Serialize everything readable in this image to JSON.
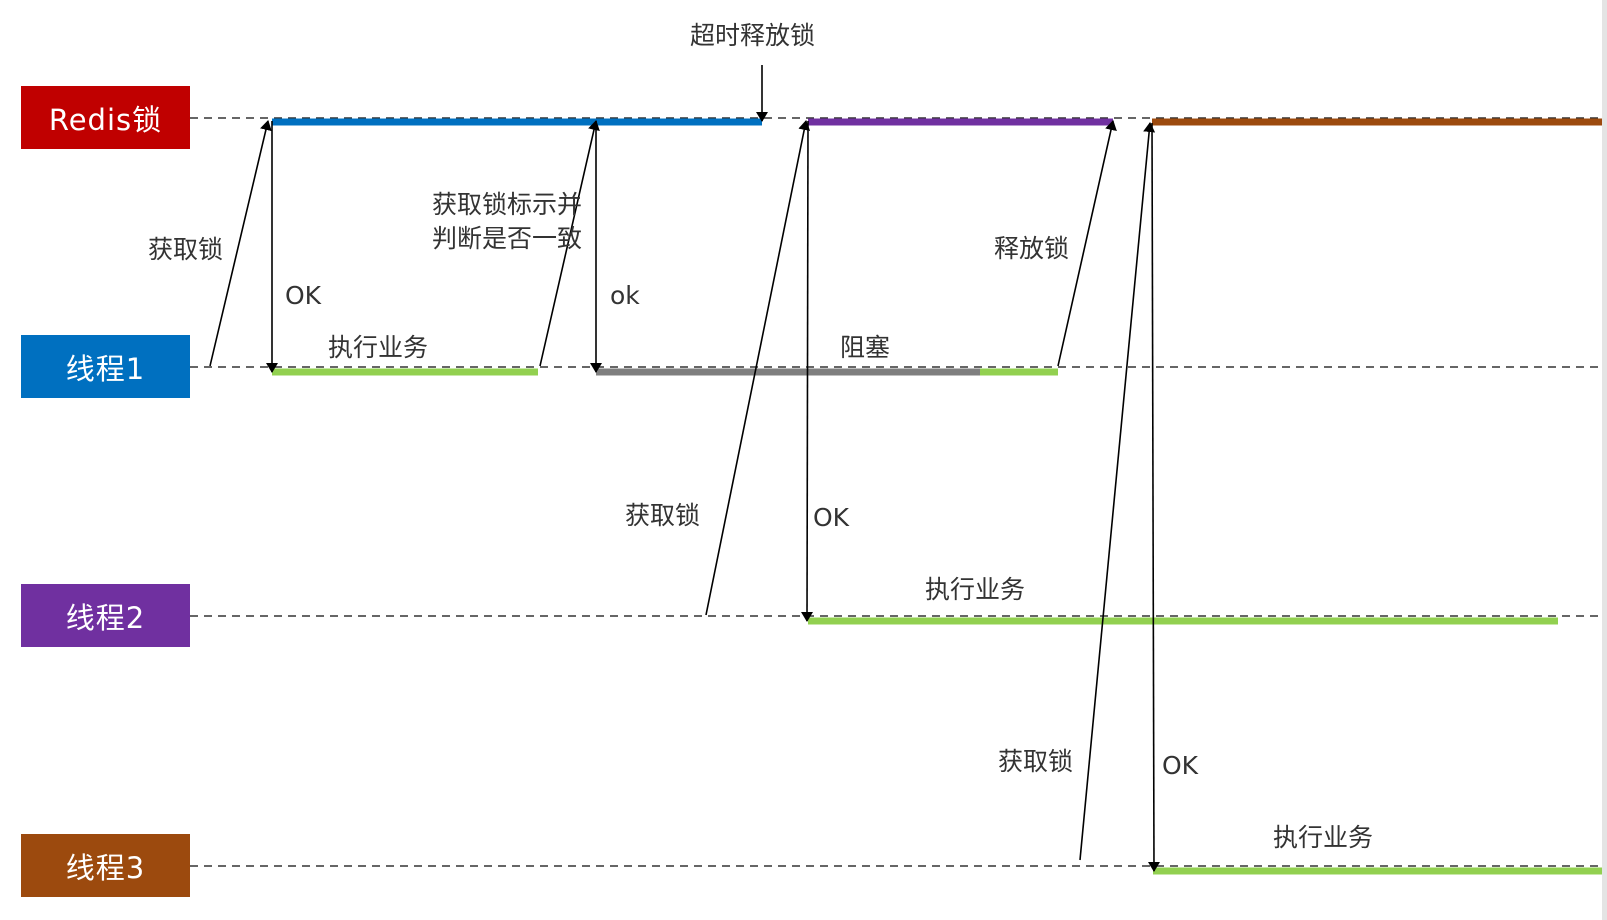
{
  "lanes": {
    "redis": {
      "label": "Redis锁",
      "color": "#c00000"
    },
    "thread1": {
      "label": "线程1",
      "color": "#0070c0"
    },
    "thread2": {
      "label": "线程2",
      "color": "#7030a0"
    },
    "thread3": {
      "label": "线程3",
      "color": "#9c4a0e"
    }
  },
  "colors": {
    "lock_thread1": "#0070c0",
    "lock_thread2": "#7030a0",
    "lock_thread3": "#9c4a0e",
    "execute": "#92d050",
    "blocked": "#7f7f7f",
    "arrow": "#000000",
    "dashed": "#333333"
  },
  "labels": {
    "timeout_release": "超时释放锁",
    "t1_acquire": "获取锁",
    "t1_ok": "OK",
    "t1_execute": "执行业务",
    "t1_check": "获取锁标示并判断是否一致",
    "t1_ok2": "ok",
    "t1_blocked": "阻塞",
    "t1_release": "释放锁",
    "t2_acquire": "获取锁",
    "t2_ok": "OK",
    "t2_execute": "执行业务",
    "t3_acquire": "获取锁",
    "t3_ok": "OK",
    "t3_execute": "执行业务"
  }
}
